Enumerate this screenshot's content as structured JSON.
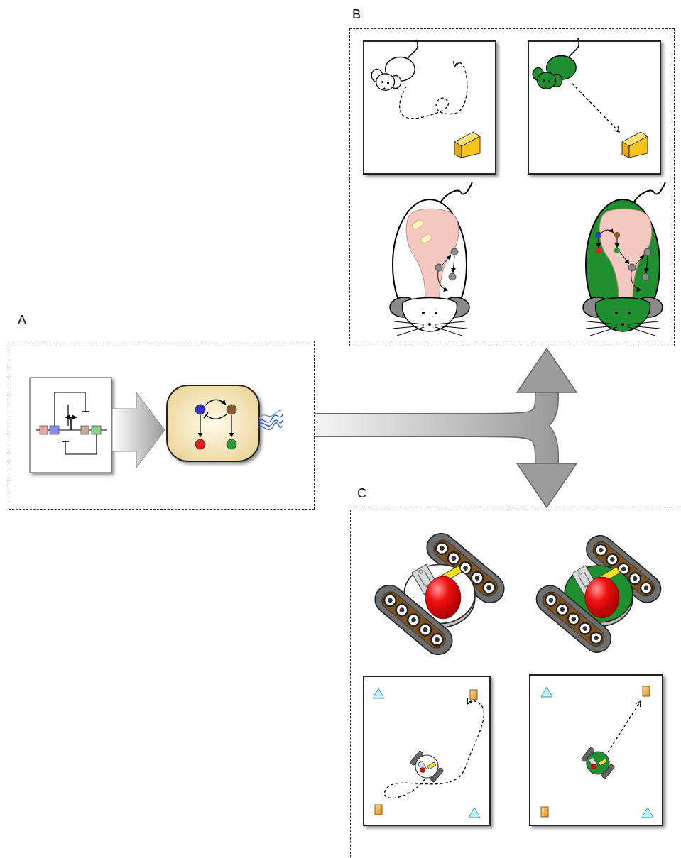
{
  "diagram": {
    "nodes": [
      {
        "text": [
          "A"
        ]
      },
      {
        "text": [
          "B"
        ]
      },
      {
        "text": [
          "C"
        ]
      }
    ],
    "edges": [
      {
        "from": 0,
        "to": 1,
        "arrow": "to"
      },
      {
        "from": 0,
        "to": 2,
        "arrow": "to"
      }
    ]
  }
}
